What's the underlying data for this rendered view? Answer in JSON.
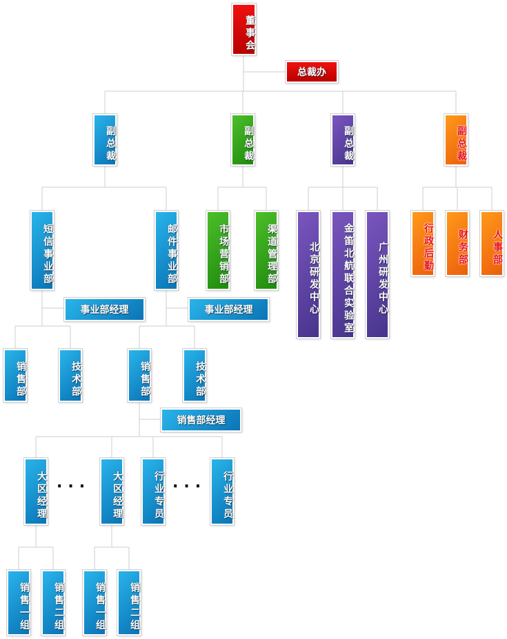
{
  "board": "董事会",
  "ceo_office": "总裁办",
  "vps": [
    "副总裁",
    "副总裁",
    "副总裁",
    "副总裁"
  ],
  "blue_divisions": [
    "短信事业部",
    "邮件事业部"
  ],
  "green_depts": [
    "市场营销部",
    "渠道管理部"
  ],
  "purple_depts": [
    "北京研发中心",
    "金笛北航联合实验室",
    "广州研发中心"
  ],
  "orange_depts": [
    "行政后勤",
    "财务部",
    "人事部"
  ],
  "division_managers": [
    "事业部经理",
    "事业部经理"
  ],
  "level3": [
    "销售部",
    "技术部",
    "销售部",
    "技术部"
  ],
  "sales_manager": "销售部经理",
  "level4": [
    "大区经理",
    "大区经理",
    "行业专员",
    "行业专员"
  ],
  "ellipsis": "···",
  "level5": [
    "销售一组",
    "销售二组",
    "销售一组",
    "销售二组"
  ]
}
